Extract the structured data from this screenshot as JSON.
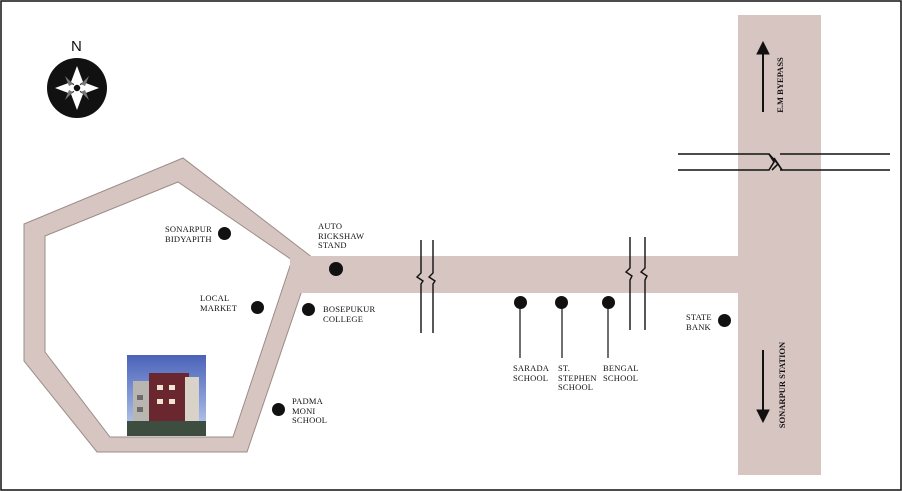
{
  "compass": {
    "label": "N",
    "icon": "compass-rose-icon"
  },
  "roads": {
    "bypass_label": "E.M BYEPASS",
    "station_label": "SONARPUR STATION"
  },
  "places": [
    {
      "id": "sonarpur-bidyapith",
      "lines": [
        "SONARPUR",
        "BIDYAPITH"
      ]
    },
    {
      "id": "auto-rickshaw-stand",
      "lines": [
        "AUTO",
        "RICKSHAW",
        "STAND"
      ]
    },
    {
      "id": "local-market",
      "lines": [
        "LOCAL",
        "MARKET"
      ]
    },
    {
      "id": "bosepukur-college",
      "lines": [
        "BOSEPUKUR",
        "COLLEGE"
      ]
    },
    {
      "id": "padma-moni-school",
      "lines": [
        "PADMA",
        "MONI",
        "SCHOOL"
      ]
    },
    {
      "id": "sarada-school",
      "lines": [
        "SARADA",
        "SCHOOL"
      ]
    },
    {
      "id": "st-stephen-school",
      "lines": [
        "ST.",
        "STEPHEN",
        "SCHOOL"
      ]
    },
    {
      "id": "bengal-school",
      "lines": [
        "BENGAL",
        "SCHOOL"
      ]
    },
    {
      "id": "state-bank",
      "lines": [
        "STATE",
        "BANK"
      ]
    }
  ],
  "colors": {
    "road": "#d7c5c1",
    "road_edge": "#8a7e7b",
    "marker": "#111111"
  },
  "photo": {
    "icon": "building-photo"
  }
}
